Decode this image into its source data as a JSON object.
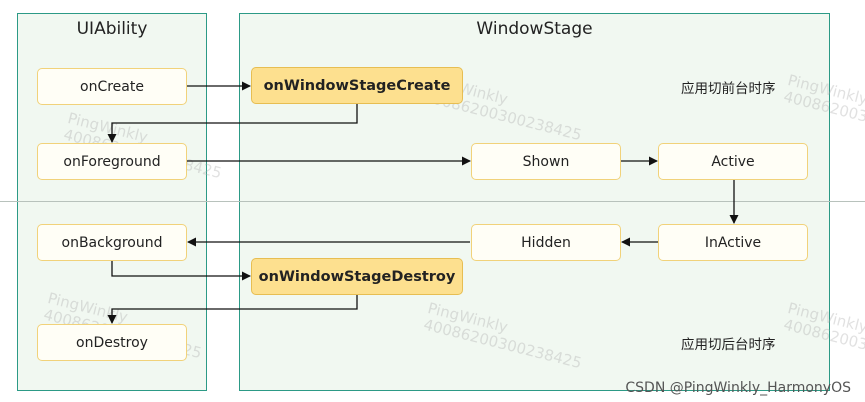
{
  "uiability": {
    "title": "UIAbility",
    "onCreate": "onCreate",
    "onForeground": "onForeground",
    "onBackground": "onBackground",
    "onDestroy": "onDestroy"
  },
  "windowstage": {
    "title": "WindowStage",
    "create": "onWindowStageCreate",
    "destroy": "onWindowStageDestroy",
    "shown": "Shown",
    "active": "Active",
    "hidden": "Hidden",
    "inactive": "InActive",
    "foreground_note": "应用切前台时序",
    "background_note": "应用切后台时序"
  },
  "watermark": {
    "name": "PingWinkly",
    "number": "400862003002384​25"
  },
  "credit": "CSDN @PingWinkly_HarmonyOS",
  "colors": {
    "panel_bg": "#f1f8f1",
    "panel_border": "#2c9a86",
    "box_light": "#fffef6",
    "box_strong": "#fde08f",
    "box_border": "#f1d27a"
  }
}
